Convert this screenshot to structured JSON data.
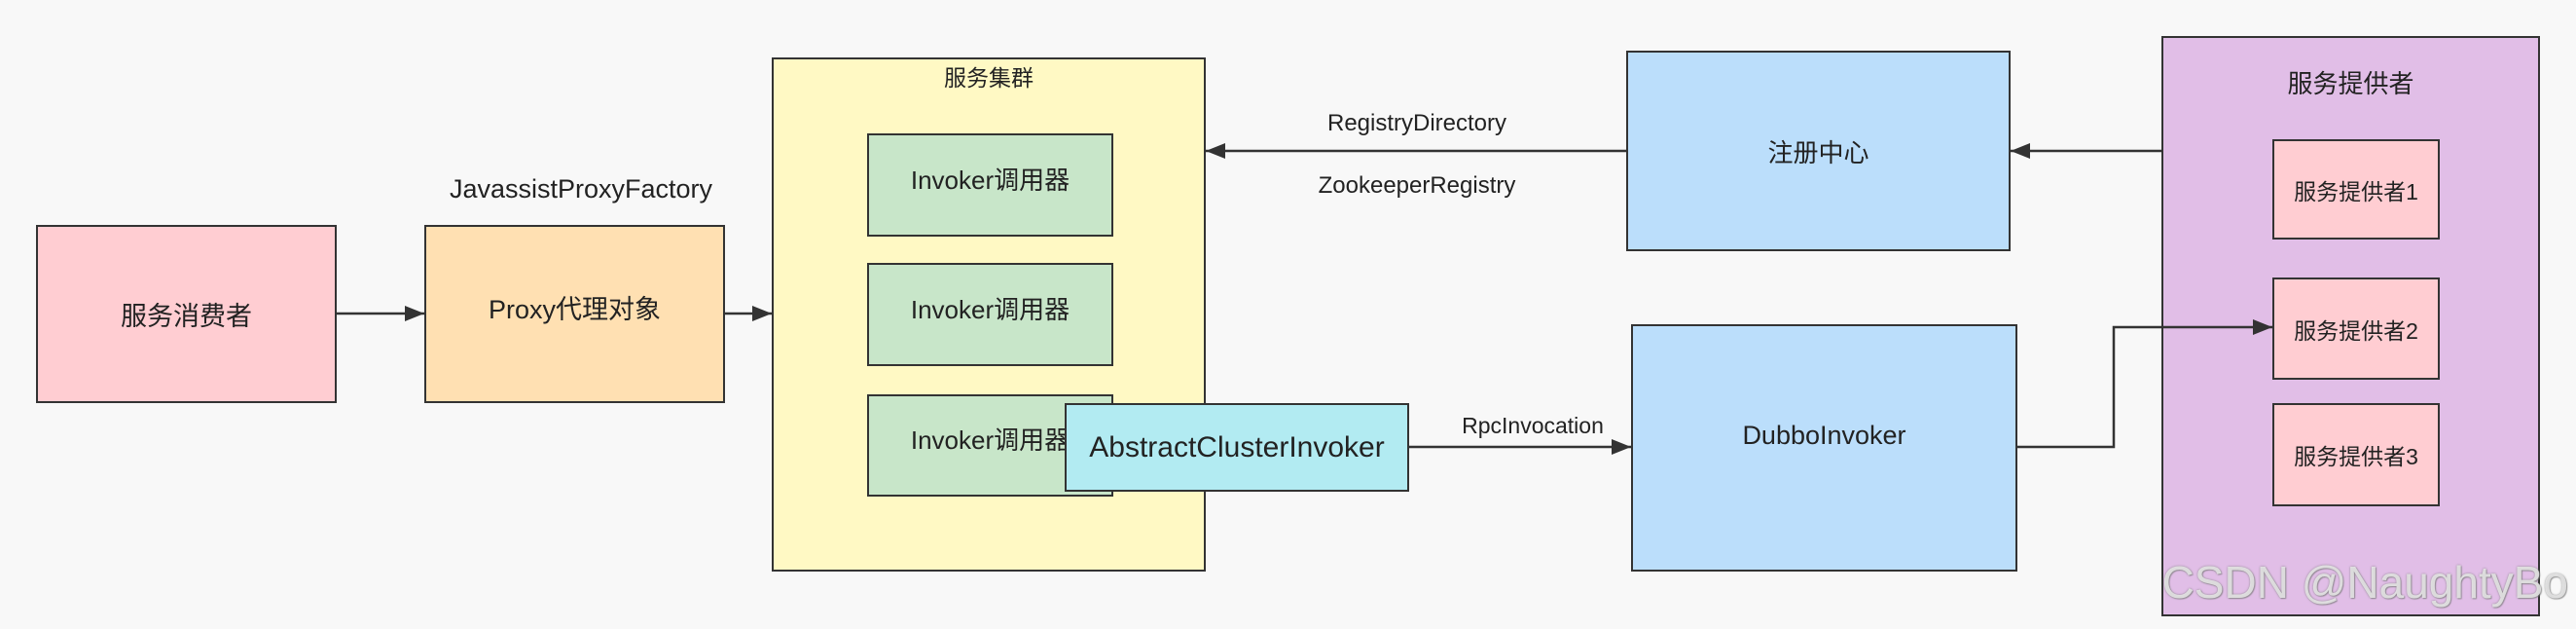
{
  "nodes": {
    "consumer": {
      "label": "服务消费者"
    },
    "proxy": {
      "label": "Proxy代理对象",
      "caption": "JavassistProxyFactory"
    },
    "cluster": {
      "title": "服务集群",
      "invokers": [
        "Invoker调用器",
        "Invoker调用器",
        "Invoker调用器"
      ]
    },
    "cluster_invoker": {
      "label": "AbstractClusterInvoker"
    },
    "registry": {
      "label": "注册中心"
    },
    "dubbo_invoker": {
      "label": "DubboInvoker"
    },
    "providers": {
      "title": "服务提供者",
      "items": [
        "服务提供者1",
        "服务提供者2",
        "服务提供者3"
      ]
    }
  },
  "edges": {
    "registry_to_cluster": {
      "label_top": "RegistryDirectory",
      "label_bottom": "ZookeeperRegistry"
    },
    "cluster_invoker_to_dubbo": {
      "label": "RpcInvocation"
    }
  },
  "watermark": "CSDN @NaughtyBo",
  "colors": {
    "background": "#f8f8f8",
    "line": "#333333",
    "consumer": "#ffcdd2",
    "proxy": "#ffe0b2",
    "cluster": "#fff9c4",
    "invoker": "#c8e6c9",
    "cluster_invoker": "#b2ebf2",
    "registry": "#bbdefb",
    "dubbo_invoker": "#bbdefb",
    "providers": "#e1bee7",
    "provider_item": "#ffcdd2"
  }
}
